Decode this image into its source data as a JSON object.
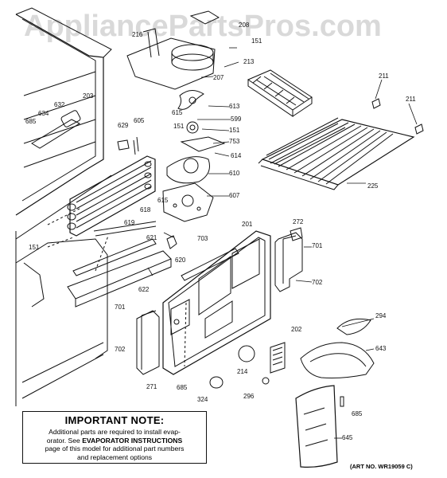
{
  "watermark": "AppliancePartsPros.com",
  "note": {
    "title": "IMPORTANT NOTE:",
    "line1": "Additional parts are required to install evap-",
    "line2_a": "orator.  See ",
    "line2_b": "EVAPORATOR INSTRUCTIONS",
    "line3": "page of this model for additional part numbers",
    "line4": "and replacement options"
  },
  "art_number": "(ART NO. WR19059 C)",
  "labels": {
    "l216": "216",
    "l208": "208",
    "l151a": "151",
    "l207": "207",
    "l213": "213",
    "l211a": "211",
    "l211b": "211",
    "l203": "203",
    "l632": "632",
    "l634": "634",
    "l685a": "685",
    "l615a": "615",
    "l613": "613",
    "l599": "599",
    "l151b": "151",
    "l151c": "151",
    "l753": "753",
    "l614": "614",
    "l629": "629",
    "l605": "605",
    "l610": "610",
    "l225": "225",
    "l615b": "615",
    "l607": "607",
    "l618": "618",
    "l619": "619",
    "l621": "621",
    "l151d": "151",
    "l620": "620",
    "l703": "703",
    "l201": "201",
    "l272": "272",
    "l701a": "701",
    "l702a": "702",
    "l622": "622",
    "l701b": "701",
    "l294": "294",
    "l202": "202",
    "l643": "643",
    "l702b": "702",
    "l214": "214",
    "l271": "271",
    "l685b": "685",
    "l324": "324",
    "l296": "296",
    "l685c": "685",
    "l645": "645"
  }
}
